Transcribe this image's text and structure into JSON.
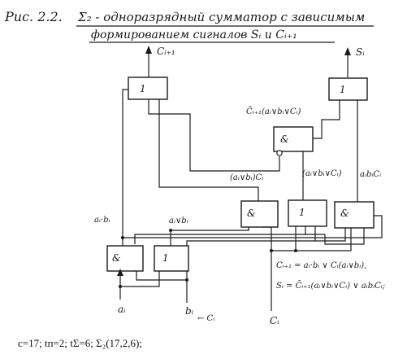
{
  "title": {
    "fig_label": "Рис. 2.2.",
    "line1": "Σ₂ - одноразрядный сумматор с зависимым",
    "line2": "формированием сигналов Sᵢ и Cᵢ₊₁"
  },
  "outputs": {
    "carry_out": "Cᵢ₊₁",
    "sum_out": "Sᵢ"
  },
  "inputs": {
    "a": "aᵢ",
    "b": "bᵢ",
    "c": "Cᵢ",
    "arrow_note": "← Cᵢ"
  },
  "gates": {
    "or_carry": "1",
    "or_sum": "1",
    "and_inhibit": "&",
    "and_mid": "&",
    "or_mid": "1",
    "and_right": "&",
    "and_ab": "&",
    "or_ab": "1"
  },
  "signals": {
    "inhibit_top": "C̄ᵢ₊₁(aᵢ∨bᵢ∨Cᵢ)",
    "mid_left": "(aᵢ∨bᵢ)Cᵢ",
    "mid_center": "(aᵢ∨bᵢ∨Cᵢ)",
    "mid_right": "aᵢbᵢCᵢ",
    "left_ab": "aᵢ·bᵢ",
    "or_ab": "aᵢ∨bᵢ"
  },
  "equations": {
    "eq1": "Cᵢ₊₁ = aᵢ·bᵢ ∨ Cᵢ(aᵢ∨bᵢ),",
    "eq2": "Sᵢ = C̄ᵢ₊₁(aᵢ∨bᵢ∨Cᵢ) ∨ aᵢbᵢCᵢ;"
  },
  "caption": "c=17;  tп=2;  tΣ=6;  Σ₂(17,2,6);"
}
